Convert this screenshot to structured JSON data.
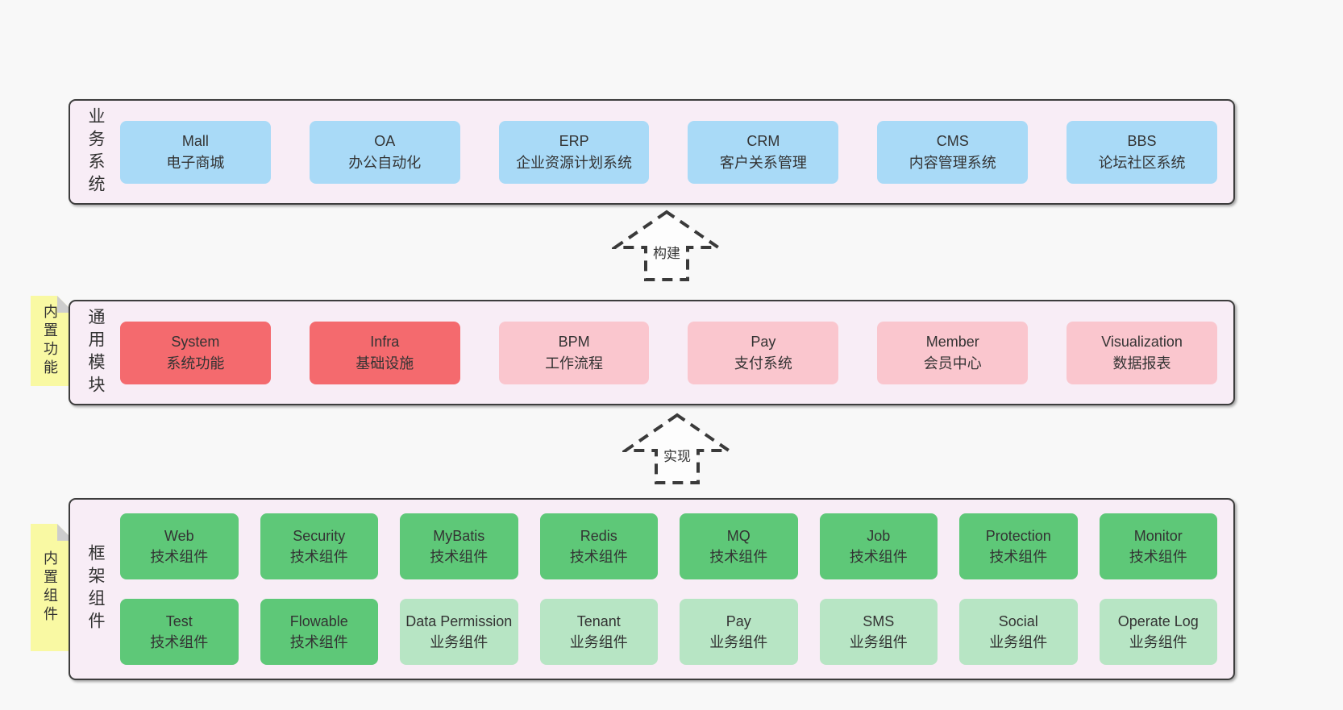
{
  "colors": {
    "page_bg": "#f8f8f8",
    "band_bg": "#f8edf6",
    "band_border": "#3d3d3d",
    "blue_box": "#a9daf7",
    "red_box": "#f46a6e",
    "pink_box": "#fac6ce",
    "green_box": "#5ec878",
    "light_green_box": "#b7e5c4",
    "note_bg": "#f9f9a3",
    "text": "#333333"
  },
  "arrows": [
    {
      "label": "构建"
    },
    {
      "label": "实现"
    }
  ],
  "bands": [
    {
      "label": "业务系统",
      "boxes": [
        {
          "name": "Mall",
          "desc": "电子商城",
          "variant": "blue"
        },
        {
          "name": "OA",
          "desc": "办公自动化",
          "variant": "blue"
        },
        {
          "name": "ERP",
          "desc": "企业资源计划系统",
          "variant": "blue"
        },
        {
          "name": "CRM",
          "desc": "客户关系管理",
          "variant": "blue"
        },
        {
          "name": "CMS",
          "desc": "内容管理系统",
          "variant": "blue"
        },
        {
          "name": "BBS",
          "desc": "论坛社区系统",
          "variant": "blue"
        }
      ]
    },
    {
      "label": "通用模块",
      "note": "内置功能",
      "boxes": [
        {
          "name": "System",
          "desc": "系统功能",
          "variant": "red"
        },
        {
          "name": "Infra",
          "desc": "基础设施",
          "variant": "red"
        },
        {
          "name": "BPM",
          "desc": "工作流程",
          "variant": "pink"
        },
        {
          "name": "Pay",
          "desc": "支付系统",
          "variant": "pink"
        },
        {
          "name": "Member",
          "desc": "会员中心",
          "variant": "pink"
        },
        {
          "name": "Visualization",
          "desc": "数据报表",
          "variant": "pink"
        }
      ]
    },
    {
      "label": "框架组件",
      "note": "内置组件",
      "rows": [
        [
          {
            "name": "Web",
            "desc": "技术组件",
            "variant": "green"
          },
          {
            "name": "Security",
            "desc": "技术组件",
            "variant": "green"
          },
          {
            "name": "MyBatis",
            "desc": "技术组件",
            "variant": "green"
          },
          {
            "name": "Redis",
            "desc": "技术组件",
            "variant": "green"
          },
          {
            "name": "MQ",
            "desc": "技术组件",
            "variant": "green"
          },
          {
            "name": "Job",
            "desc": "技术组件",
            "variant": "green"
          },
          {
            "name": "Protection",
            "desc": "技术组件",
            "variant": "green"
          },
          {
            "name": "Monitor",
            "desc": "技术组件",
            "variant": "green"
          }
        ],
        [
          {
            "name": "Test",
            "desc": "技术组件",
            "variant": "green"
          },
          {
            "name": "Flowable",
            "desc": "技术组件",
            "variant": "green"
          },
          {
            "name": "Data Permission",
            "desc": "业务组件",
            "variant": "light-green"
          },
          {
            "name": "Tenant",
            "desc": "业务组件",
            "variant": "light-green"
          },
          {
            "name": "Pay",
            "desc": "业务组件",
            "variant": "light-green"
          },
          {
            "name": "SMS",
            "desc": "业务组件",
            "variant": "light-green"
          },
          {
            "name": "Social",
            "desc": "业务组件",
            "variant": "light-green"
          },
          {
            "name": "Operate Log",
            "desc": "业务组件",
            "variant": "light-green"
          }
        ]
      ]
    }
  ]
}
